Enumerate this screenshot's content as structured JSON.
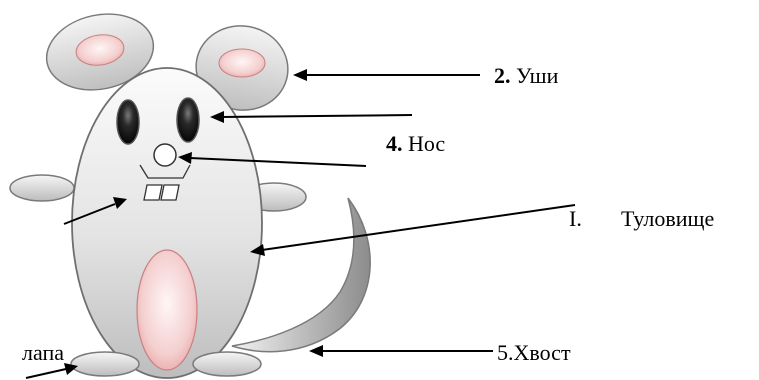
{
  "labels": {
    "ears": {
      "number": "2.",
      "text": " Уши"
    },
    "nose": {
      "number": "4.",
      "text": " Нос"
    },
    "torso": {
      "text": "Туловище",
      "marker": "I."
    },
    "tail": {
      "text": "5.Хвост"
    },
    "paw": {
      "text": "лапа"
    }
  },
  "colors": {
    "body_light": "#f7f7f7",
    "body_dark": "#b9b9b9",
    "outline": "#7a7a7a",
    "ear_inner": "#f0b7b7",
    "ear_inner_edge": "#c96e6e",
    "eye": "#1a1a1a",
    "tail_light": "#e0e0e0",
    "tail_dark": "#8f8f8f"
  }
}
